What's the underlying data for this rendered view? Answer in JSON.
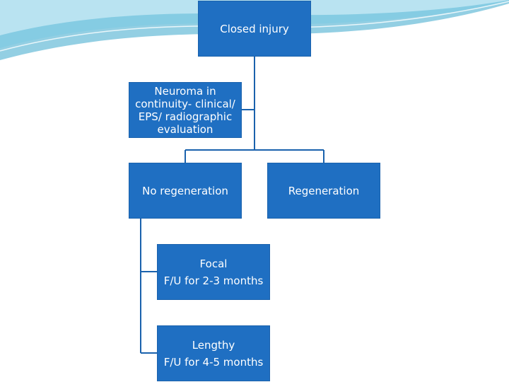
{
  "colors": {
    "node_fill": "#1f6fc2",
    "connector": "#1a62ad",
    "wave_light": "#b9e3f1",
    "wave_mid": "#7fcbe2",
    "wave_dark": "#3aa7cc"
  },
  "nodes": {
    "closed_injury": {
      "label": "Closed injury"
    },
    "neuroma": {
      "lines": [
        "Neuroma in",
        "continuity- clinical/",
        "EPS/ radiographic",
        "evaluation"
      ]
    },
    "no_regeneration": {
      "label": "No regeneration"
    },
    "regeneration": {
      "label": "Regeneration"
    },
    "focal": {
      "title": "Focal",
      "detail": "F/U for 2-3 months"
    },
    "lengthy": {
      "title": "Lengthy",
      "detail": "F/U for 4-5 months"
    }
  }
}
